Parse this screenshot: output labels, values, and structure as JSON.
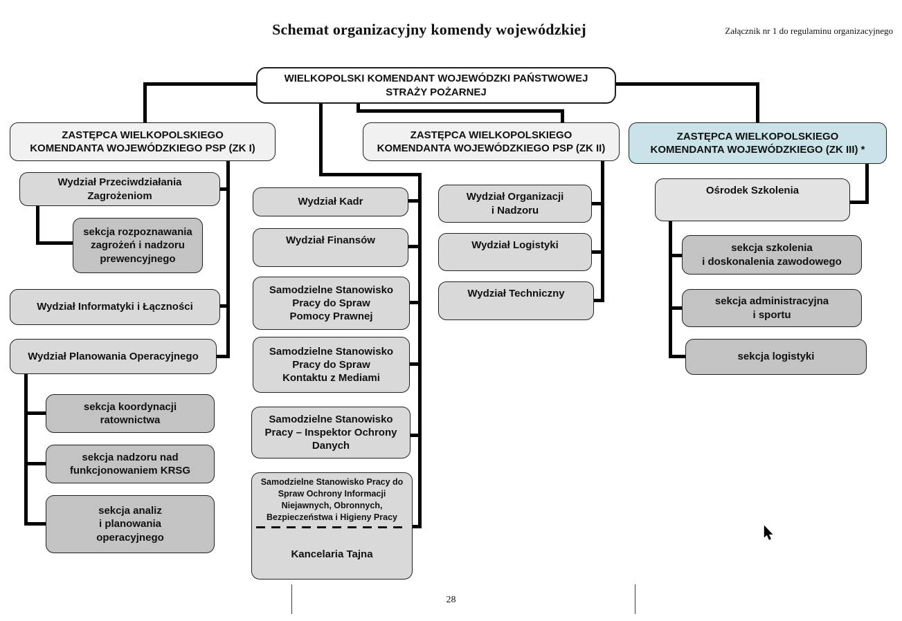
{
  "header": {
    "title": "Schemat organizacyjny komendy wojewódzkiej",
    "attachment_note": "Załącznik nr 1 do regulaminu organizacyjnego"
  },
  "footer": {
    "page_number": "28"
  },
  "colors": {
    "root_fill": "#ffffff",
    "deputy_fill": "#f1f1f1",
    "deputy3_fill": "#c9e3e9",
    "dept_fill": "#d9d9d9",
    "section_fill": "#c3c3c3",
    "training_fill": "#e3e3e3",
    "connector": "#000000"
  },
  "org": {
    "commander": "WIELKOPOLSKI KOMENDANT WOJEWÓDZKI PAŃSTWOWEJ\nSTRAŻY POŻARNEJ",
    "deputy_zk1": "ZASTĘPCA WIELKOPOLSKIEGO\nKOMENDANTA WOJEWÓDZKIEGO PSP (ZK I)",
    "deputy_zk2": "ZASTĘPCA WIELKOPOLSKIEGO\nKOMENDANTA WOJEWÓDZKIEGO PSP (ZK II)",
    "deputy_zk3": "ZASTĘPCA WIELKOPOLSKIEGO\nKOMENDANTA WOJEWÓDZKIEGO (ZK III) *",
    "wydzial_przeciwdzialania": "Wydział Przeciwdziałania\nZagrożeniom",
    "sekcja_rozpoznawania": "sekcja rozpoznawania\nzagrożeń i nadzoru\nprewencyjnego",
    "wydzial_informatyki": "Wydział Informatyki i Łączności",
    "wydzial_planowania": "Wydział Planowania Operacyjnego",
    "sekcja_koordynacji": "sekcja koordynacji\nratownictwa",
    "sekcja_nadzoru": "sekcja nadzoru nad\nfunkcjonowaniem KRSG",
    "sekcja_analiz": "sekcja analiz\ni planowania\noperacyjnego",
    "wydzial_kadr": "Wydział Kadr",
    "wydzial_finansow": "Wydział Finansów",
    "ssp_pomocy_prawnej": "Samodzielne Stanowisko\nPracy do Spraw\nPomocy Prawnej",
    "ssp_kontaktu_z_mediami": "Samodzielne Stanowisko\nPracy do Spraw\nKontaktu z Mediami",
    "ssp_inspektor_ochrony_danych": "Samodzielne Stanowisko\nPracy – Inspektor Ochrony\nDanych",
    "ssp_ochrony_informacji": "Samodzielne Stanowisko Pracy do\nSpraw Ochrony Informacji\nNiejawnych, Obronnych,\nBezpieczeństwa i Higieny Pracy",
    "kancelaria_tajna": "Kancelaria Tajna",
    "wydzial_organizacji": "Wydział Organizacji\ni Nadzoru",
    "wydzial_logistyki": "Wydział Logistyki",
    "wydzial_techniczny": "Wydział Techniczny",
    "osrodek_szkolenia": "Ośrodek Szkolenia",
    "sekcja_szkolenia": "sekcja szkolenia\ni doskonalenia zawodowego",
    "sekcja_administracyjna": "sekcja administracyjna\ni sportu",
    "sekcja_logistyki": "sekcja logistyki"
  }
}
